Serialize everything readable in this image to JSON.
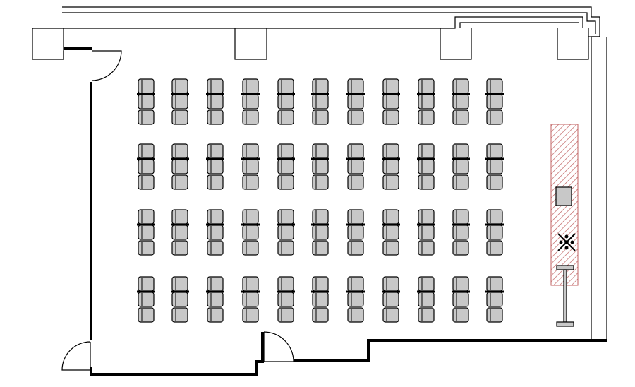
{
  "floor_plan": {
    "seating": {
      "blocks": 4,
      "columns_per_block": 11,
      "seats_per_unit": 3,
      "seat_color": "#c8c8c8"
    },
    "stage": {
      "hatch_color": "#c06060"
    },
    "icons": [
      "door-swing-icon",
      "chair-icon",
      "lectern-icon",
      "projector-crosshair-icon",
      "screen-stand-icon"
    ]
  }
}
